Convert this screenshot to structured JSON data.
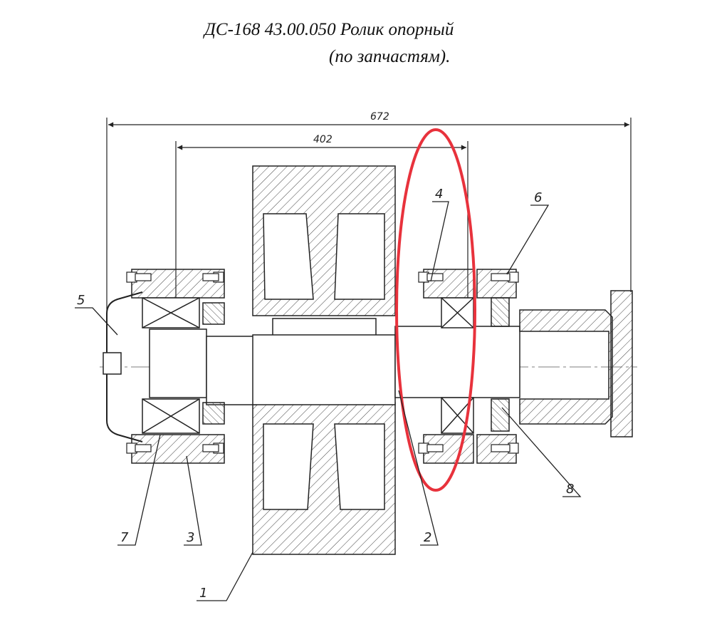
{
  "title": {
    "line1": "ДС-168 43.00.050 Ролик опорный",
    "line2": "(по запчастям)."
  },
  "dimensions": {
    "overall": "672",
    "inner": "402"
  },
  "callouts": [
    "1",
    "2",
    "3",
    "4",
    "5",
    "6",
    "7",
    "8"
  ],
  "highlight": {
    "shape": "ellipse",
    "color": "#e8323c",
    "encloses_callout": "4"
  },
  "colors": {
    "line": "#222222",
    "highlight": "#e8323c"
  }
}
